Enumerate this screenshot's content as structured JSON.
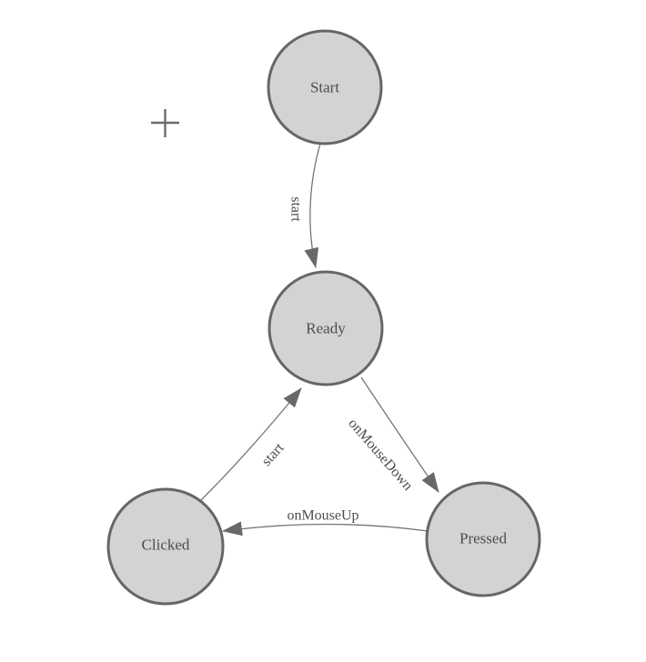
{
  "diagram": {
    "type": "state-machine-graph",
    "nodes": [
      {
        "id": "start",
        "label": "Start"
      },
      {
        "id": "ready",
        "label": "Ready"
      },
      {
        "id": "clicked",
        "label": "Clicked"
      },
      {
        "id": "pressed",
        "label": "Pressed"
      }
    ],
    "edges": [
      {
        "from": "Start",
        "to": "Ready",
        "label": "start"
      },
      {
        "from": "Ready",
        "to": "Pressed",
        "label": "onMouseDown"
      },
      {
        "from": "Pressed",
        "to": "Clicked",
        "label": "onMouseUp"
      },
      {
        "from": "Clicked",
        "to": "Ready",
        "label": "start"
      }
    ],
    "colors": {
      "background": "#ffffff",
      "node_fill": "#d3d3d3",
      "node_stroke": "#666666",
      "edge_stroke": "#757575",
      "arrow_fill": "#686868",
      "label_text": "#4d4d4d"
    },
    "icons": {
      "crosshair": "crosshair-cursor"
    }
  }
}
